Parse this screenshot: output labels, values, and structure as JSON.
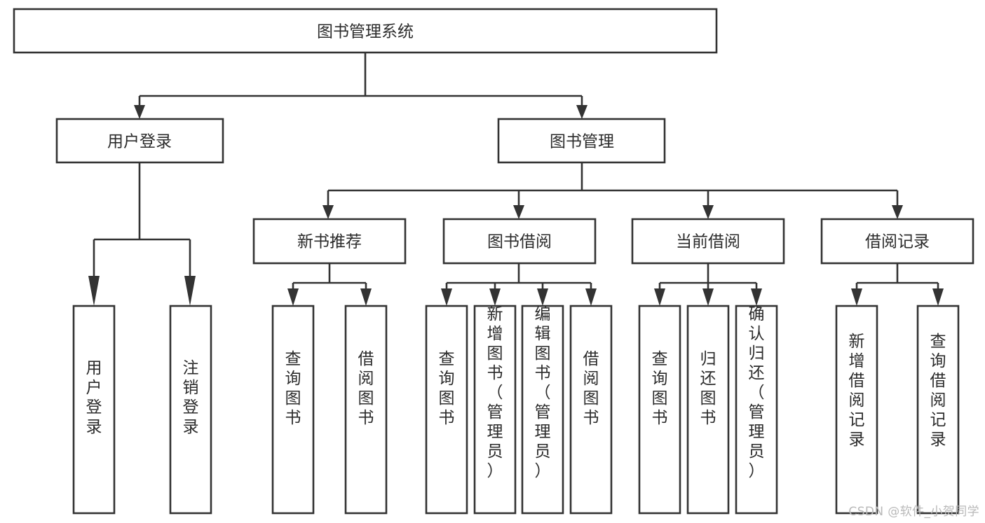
{
  "diagram": {
    "type": "tree",
    "title": "图书管理系统",
    "watermark": "CSDN @软件_小贺同学",
    "colors": {
      "stroke": "#333333",
      "box_fill": "#ffffff",
      "text": "#2b2b2b",
      "background": "#ffffff",
      "watermark": "#b9b9b9"
    },
    "root": {
      "label": "图书管理系统"
    },
    "level2": [
      {
        "label": "用户登录"
      },
      {
        "label": "图书管理"
      }
    ],
    "level3": [
      {
        "label": "新书推荐"
      },
      {
        "label": "图书借阅"
      },
      {
        "label": "当前借阅"
      },
      {
        "label": "借阅记录"
      }
    ],
    "leaves": {
      "user_login": [
        {
          "label": "用户登录"
        },
        {
          "label": "注销登录"
        }
      ],
      "new_book_recommend": [
        {
          "label": "查询图书"
        },
        {
          "label": "借阅图书"
        }
      ],
      "book_borrow": [
        {
          "label": "查询图书"
        },
        {
          "label": "新增图书（管理员）"
        },
        {
          "label": "编辑图书（管理员）"
        },
        {
          "label": "借阅图书"
        }
      ],
      "current_borrow": [
        {
          "label": "查询图书"
        },
        {
          "label": "归还图书"
        },
        {
          "label": "确认归还（管理员）"
        }
      ],
      "borrow_record": [
        {
          "label": "新增借阅记录"
        },
        {
          "label": "查询借阅记录"
        }
      ]
    }
  }
}
